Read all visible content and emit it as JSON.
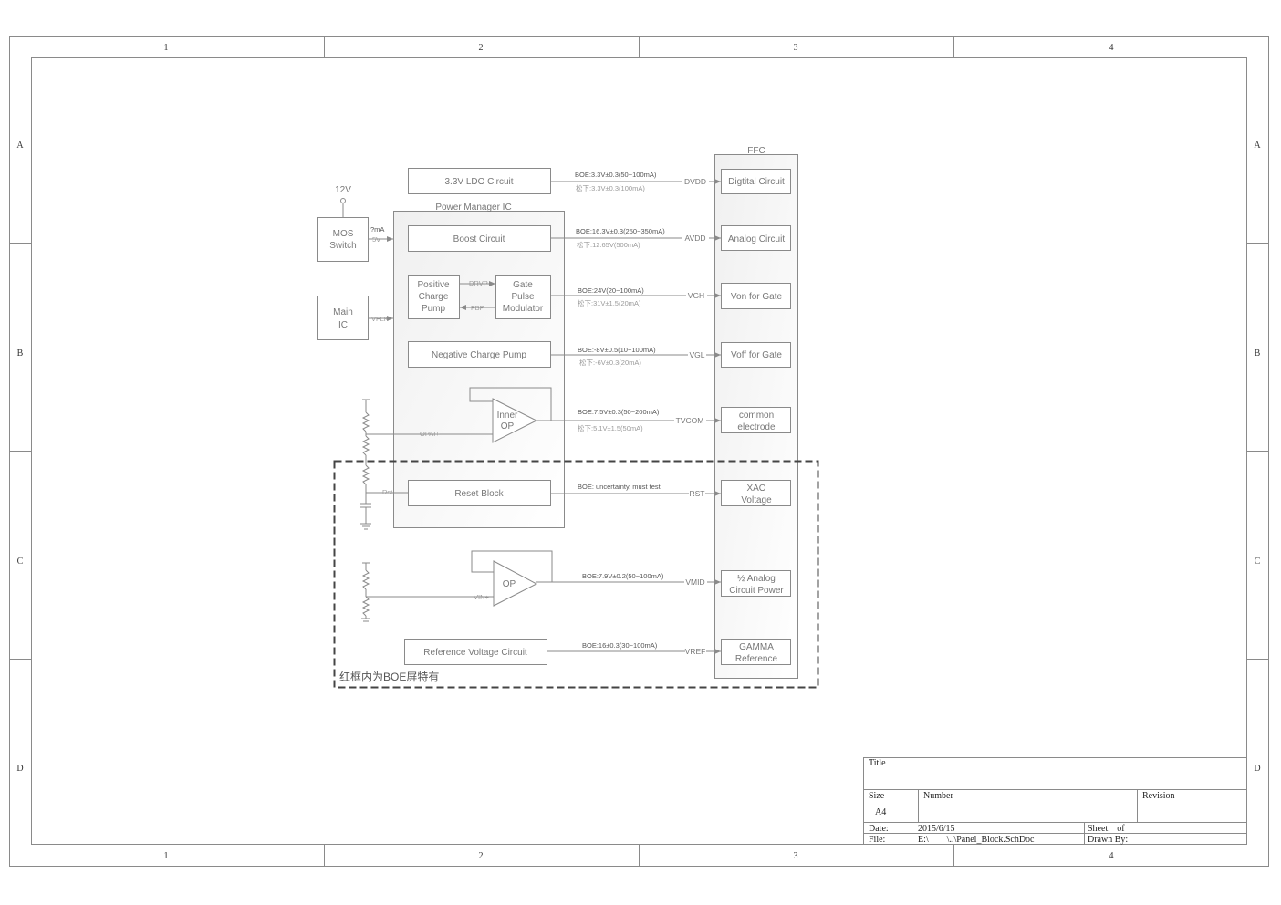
{
  "frame": {
    "columns": [
      "1",
      "2",
      "3",
      "4"
    ],
    "rows": [
      "A",
      "B",
      "C",
      "D"
    ]
  },
  "supply": {
    "voltage": "12V"
  },
  "left_blocks": {
    "mos": {
      "line1": "MOS",
      "line2": "Switch",
      "out_label_top": "?mA",
      "out_label": "5V"
    },
    "main_ic": {
      "line1": "Main",
      "line2": "IC",
      "out_label": "VFLK"
    }
  },
  "pmic": {
    "title": "Power Manager IC",
    "ldo": "3.3V LDO Circuit",
    "boost": "Boost Circuit",
    "pcp": {
      "line1": "Positive",
      "line2": "Charge",
      "line3": "Pump"
    },
    "gpm": {
      "line1": "Gate",
      "line2": "Pulse",
      "line3": "Modulator"
    },
    "drvp": "DRVP",
    "fbp": "FBP",
    "ncp": "Negative Charge Pump",
    "inner_op": {
      "line1": "Inner",
      "line2": "OP"
    },
    "opai": "OPAI+",
    "reset": "Reset Block",
    "rst_in": "Rst"
  },
  "op": {
    "label": "OP",
    "vin": "VIN+"
  },
  "ref_circuit": "Reference Voltage Circuit",
  "ffc": {
    "title": "FFC",
    "items": [
      {
        "name": "Digtital Circuit"
      },
      {
        "name": "Analog Circuit"
      },
      {
        "name": "Von for Gate"
      },
      {
        "name": "Voff  for Gate"
      },
      {
        "name1": "common",
        "name2": "electrode"
      },
      {
        "name1": "XAO",
        "name2": "Voltage"
      },
      {
        "name1": "½ Analog",
        "name2": "Circuit Power"
      },
      {
        "name1": "GAMMA",
        "name2": "Reference"
      }
    ]
  },
  "rails": [
    {
      "net": "DVDD",
      "boe": "BOE:3.3V±0.3(50~100mA)",
      "alt": "松下:3.3V±0.3(100mA)"
    },
    {
      "net": "AVDD",
      "boe": "BOE:16.3V±0.3(250~350mA)",
      "alt": "松下:12.65V(500mA)"
    },
    {
      "net": "VGH",
      "boe": "BOE:24V(20~100mA)",
      "alt": "松下:31V±1.5(20mA)"
    },
    {
      "net": "VGL",
      "boe": "BOE:-8V±0.5(10~100mA)",
      "alt": "松下:-6V±0.3(20mA)"
    },
    {
      "net": "TVCOM",
      "boe": "BOE:7.5V±0.3(50~200mA)",
      "alt": "松下:5.1V±1.5(50mA)"
    },
    {
      "net": "RST",
      "boe": "BOE: uncertainty, must test",
      "alt": ""
    },
    {
      "net": "VMID",
      "boe": "BOE:7.9V±0.2(50~100mA)",
      "alt": ""
    },
    {
      "net": "VREF",
      "boe": "BOE:16±0.3(30~100mA)",
      "alt": ""
    }
  ],
  "boe_note": "红框内为BOE屏特有",
  "title_block": {
    "title_label": "Title",
    "size_label": "Size",
    "size_value": "A4",
    "number_label": "Number",
    "revision_label": "Revision",
    "date_label": "Date:",
    "date_value": "2015/6/15",
    "file_label": "File:",
    "file_value": "E:\\        \\..\\Panel_Block.SchDoc",
    "sheet_label": "Sheet    of",
    "drawn_label": "Drawn By:"
  }
}
